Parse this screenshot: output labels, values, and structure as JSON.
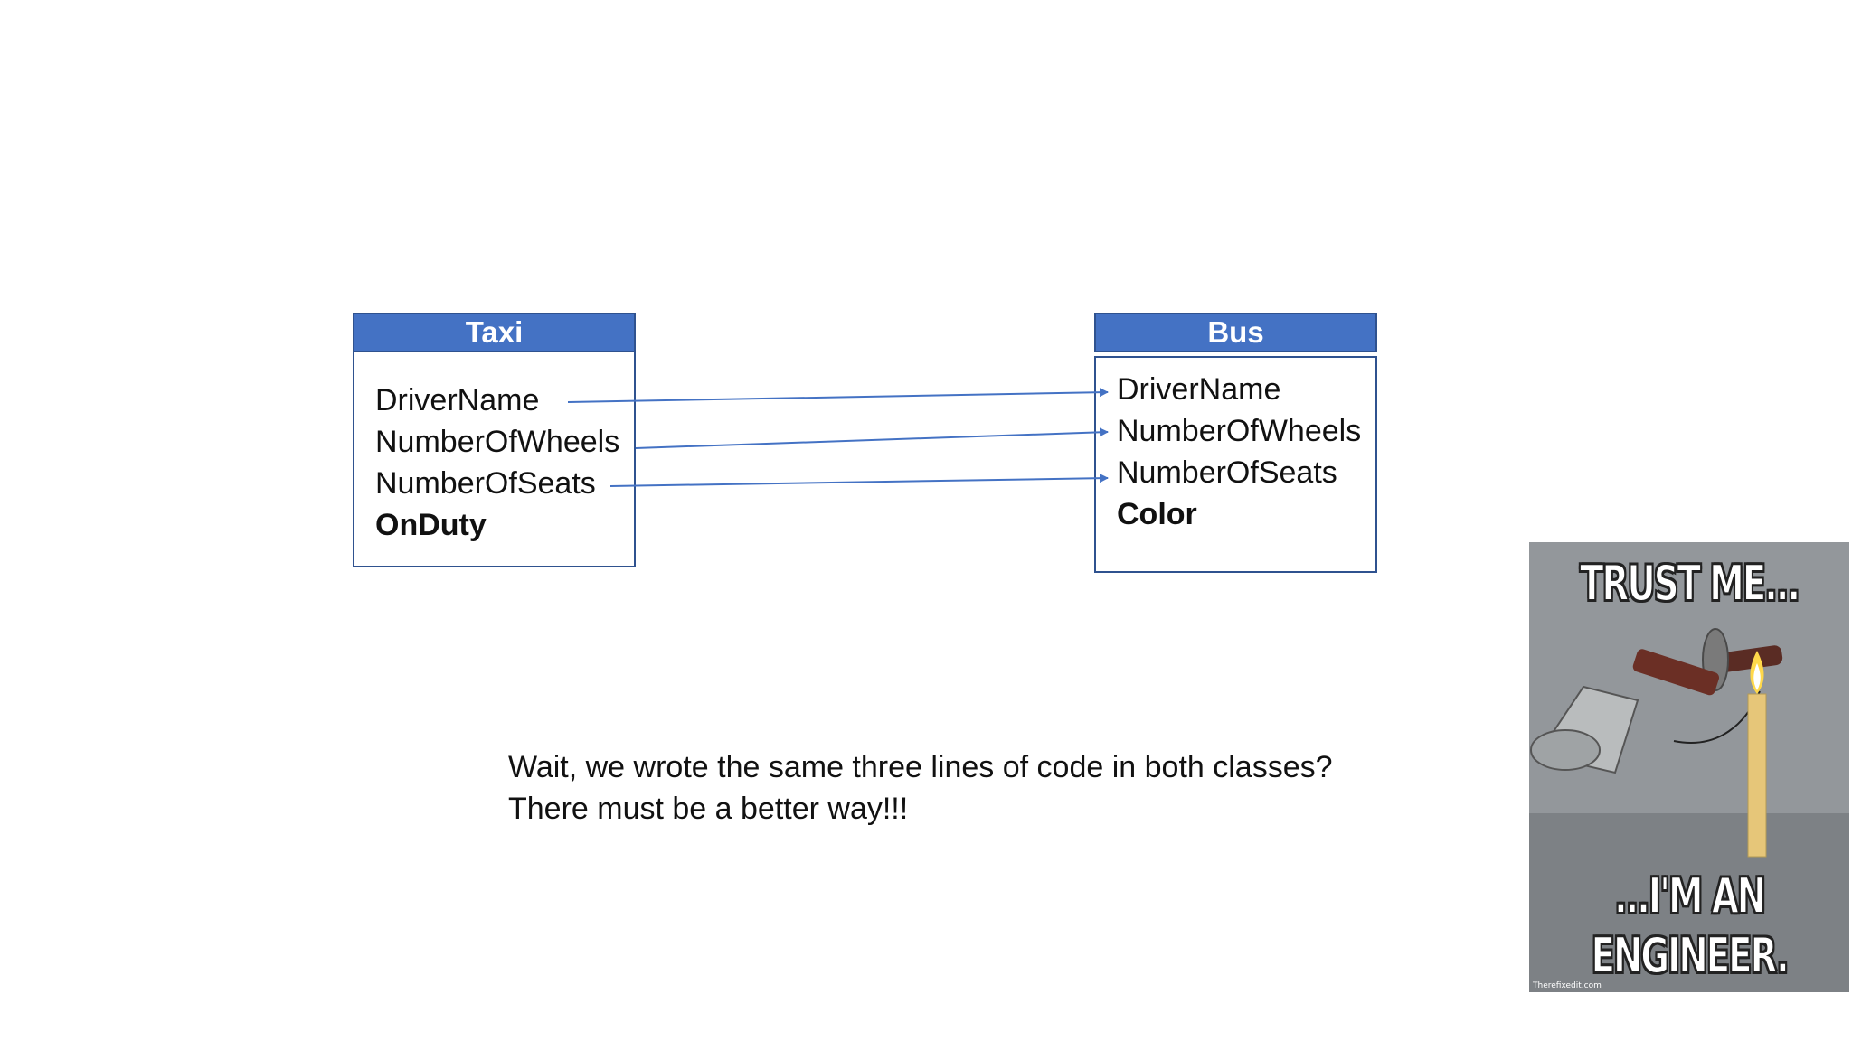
{
  "taxi": {
    "title": "Taxi",
    "fields": [
      "DriverName",
      "NumberOfWheels",
      "NumberOfSeats",
      "OnDuty"
    ]
  },
  "bus": {
    "title": "Bus",
    "fields": [
      "DriverName",
      "NumberOfWheels",
      "NumberOfSeats",
      "Color"
    ]
  },
  "caption": {
    "line1": "Wait, we wrote the same three lines of code in both classes?",
    "line2": "There must be a better way!!!"
  },
  "meme": {
    "top_text": "TRUST ME...",
    "bottom_text_1": "...I'M AN",
    "bottom_text_2": "ENGINEER.",
    "credit": "Therefixedit.com",
    "depicts": "shower-head-with-candle"
  },
  "colors": {
    "header_fill": "#4472c4",
    "border": "#2f528f",
    "arrow": "#4472c4"
  }
}
